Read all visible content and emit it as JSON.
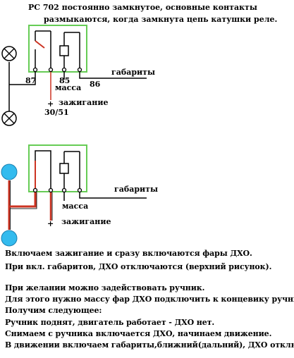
{
  "header": {
    "line1": "РС 702 постоянно замкнутое, основные контакты",
    "line2": "размыкаются, когда замкнута цепь катушки реле."
  },
  "diagram_top": {
    "label_gabarity": "габариты",
    "label_87": "87",
    "label_85": "85",
    "label_86": "86",
    "label_massa": "масса",
    "label_zazhiganie": "зажигание",
    "label_plus": "+",
    "label_30_51": "30/51"
  },
  "diagram_bottom": {
    "label_gabarity": "габариты",
    "label_massa": "масса",
    "label_zazhiganie": "зажигание",
    "label_plus": "+"
  },
  "colors": {
    "relay_frame": "#66cc55",
    "lamp_fill_on": "#33bbee",
    "active_wire": "#cc3322"
  },
  "text": {
    "p1_line1": "Включаем зажигание и сразу включаются фары ДХО.",
    "p1_line2": "При вкл. габаритов, ДХО отключаются (верхний рисунок).",
    "p2_line1": "При желании можно задействовать ручник.",
    "p2_line2": "Для этого нужно массу фар ДХО подключить к концевику ручника.",
    "p2_line3": "Получим следующее:",
    "p2_line4": "Ручник поднят, двигатель работает - ДХО нет.",
    "p2_line5": "Снимаем с ручника включается ДХО, начинаем движение.",
    "p2_line6": "В движении включаем габариты,ближний(дальний), ДХО отключается."
  }
}
